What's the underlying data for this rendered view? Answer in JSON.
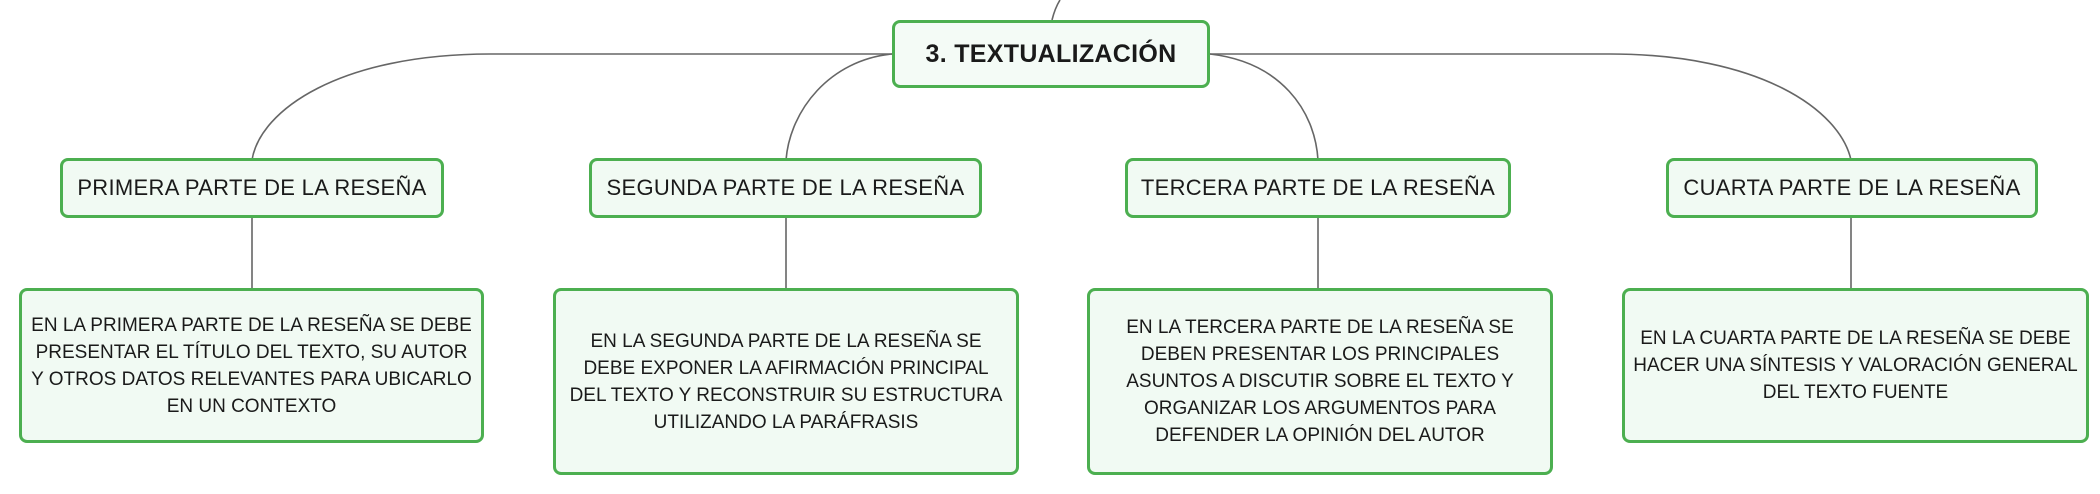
{
  "colors": {
    "node_border": "#4caf50",
    "node_fill": "#f1faf3",
    "connector": "#666666",
    "text": "#1a1a1a"
  },
  "root": {
    "title": "3. TEXTUALIZACIÓN"
  },
  "sections": [
    {
      "title": "PRIMERA PARTE DE LA RESEÑA",
      "detail": "EN LA PRIMERA PARTE DE LA RESEÑA SE DEBE PRESENTAR EL TÍTULO DEL TEXTO, SU AUTOR Y OTROS DATOS RELEVANTES PARA UBICARLO EN UN CONTEXTO"
    },
    {
      "title": "SEGUNDA PARTE DE LA RESEÑA",
      "detail": "EN LA SEGUNDA PARTE DE LA RESEÑA SE DEBE EXPONER LA AFIRMACIÓN PRINCIPAL DEL TEXTO Y RECONSTRUIR SU ESTRUCTURA UTILIZANDO LA PARÁFRASIS"
    },
    {
      "title": "TERCERA PARTE DE LA RESEÑA",
      "detail": "EN LA TERCERA PARTE DE LA RESEÑA SE DEBEN PRESENTAR LOS PRINCIPALES ASUNTOS A DISCUTIR SOBRE EL TEXTO Y ORGANIZAR LOS ARGUMENTOS PARA DEFENDER LA OPINIÓN DEL AUTOR"
    },
    {
      "title": "CUARTA PARTE DE LA RESEÑA",
      "detail": "EN LA CUARTA PARTE DE LA RESEÑA SE DEBE HACER UNA SÍNTESIS Y VALORACIÓN GENERAL DEL TEXTO FUENTE"
    }
  ]
}
